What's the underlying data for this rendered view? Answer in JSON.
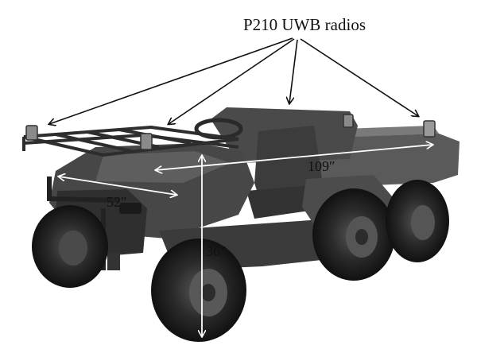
{
  "figure": {
    "title_label": "P210 UWB radios",
    "dimensions": {
      "width": "52″",
      "length": "109″",
      "height": "36″"
    }
  },
  "colors": {
    "background": "#ffffff",
    "vehicle_dark": "#3a3a3a",
    "vehicle_mid": "#6b6b6b",
    "arrow": "#111111",
    "dimension_line": "#ffffff"
  },
  "icons": {
    "vehicle": "utility-vehicle-icon",
    "radio": "uwb-radio-icon"
  }
}
